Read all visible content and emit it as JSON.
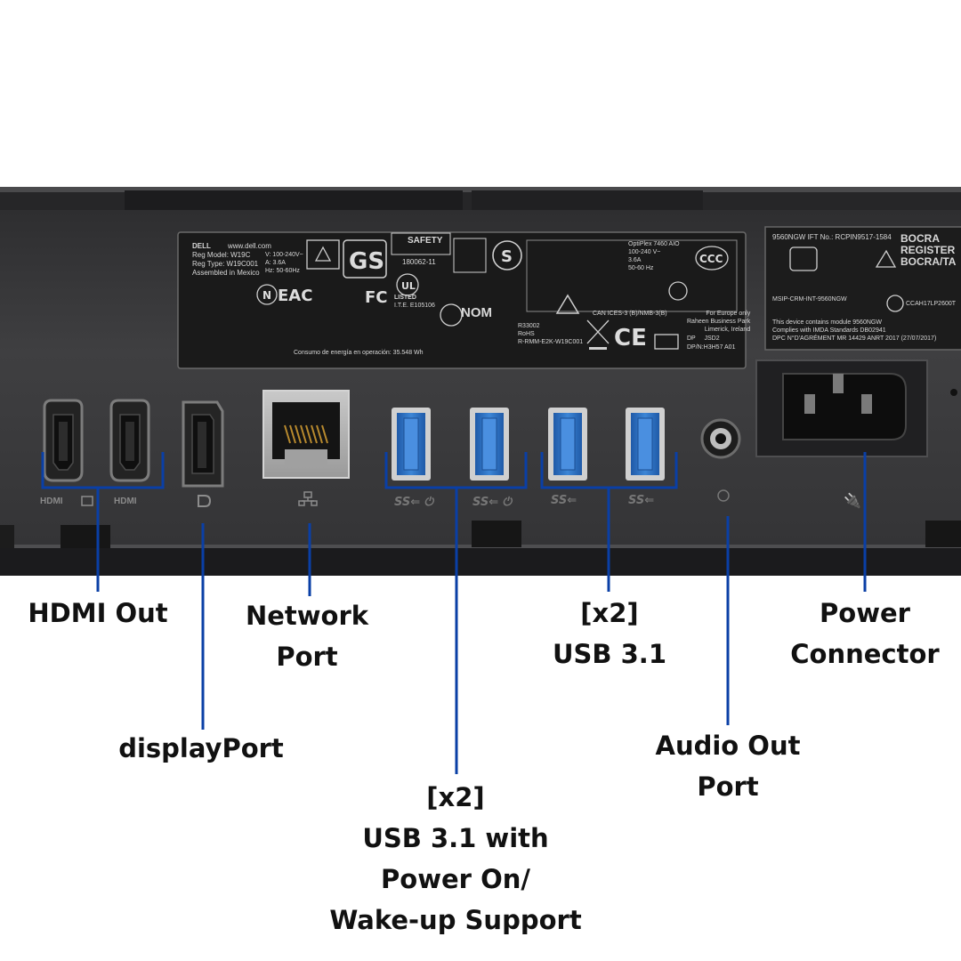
{
  "labels": {
    "hdmi_out": "HDMI Out",
    "displayport": "displayPort",
    "network_port": [
      "Network",
      "Port"
    ],
    "usb_power_on": [
      "[x2]",
      "USB 3.1 with",
      "Power On/",
      "Wake-up Support"
    ],
    "usb_31": [
      "[x2]",
      "USB 3.1"
    ],
    "audio_out": [
      "Audio Out",
      "Port"
    ],
    "power_connector": [
      "Power",
      "Connector"
    ]
  },
  "port_icons": {
    "hdmi_1": "HDMI",
    "hdmi_2": "HDMI"
  },
  "device_label_1": {
    "brand": "DELL",
    "url": "www.dell.com",
    "reg_model": "Reg Model: W19C",
    "reg_type": "Reg Type: W19C001",
    "assembled": "Assembled in Mexico",
    "voltage": "V: 100-240V~",
    "current": "A: 3.6A",
    "freq": "Hz: 50-60Hz",
    "safety": "SAFETY",
    "safety_no": "180062-11",
    "listed": "LISTED",
    "ite": "I.T.E. E105106",
    "nom": "NOM",
    "product": "OptiPlex 7460 AIO",
    "rating": "100-240 V~",
    "rating_a": "3.6A",
    "rating_hz": "50-60 Hz",
    "europe": "For Europe only",
    "raheen": "Raheen Business Park",
    "limerick": "Limerick, Ireland",
    "can": "CAN ICES-3 (B)/NMB-3(B)",
    "r33002": "R33002",
    "rohs": "RoHS",
    "dp": "DP",
    "jsd2": "JSD2",
    "dpn": "DP/N:H3H57 A01",
    "rmm": "R-RMM-E2K-W19C001",
    "energy": "Consumo de energía en operación: 35.548 Wh"
  },
  "device_label_2": {
    "line1": "9560NGW  IFT No.: RCPIN9517-1584",
    "bocra": "BOCRA",
    "registered": "REGISTER",
    "bocra_ta": "BOCRA/TA",
    "msip": "MSIP-CRM-INT-9560NGW",
    "ccah": "CCAH17LP2600T",
    "module": "This device contains module 9560NGW",
    "imda": "Complies with IMDA Standards DB02941",
    "dpc": "DPC  N°D'AGRÉMENT MR 14429 ANRT 2017 (27/07/2017)"
  },
  "colors": {
    "callout_line": "#0a3fa6",
    "usb_blue": "#2f6fc0",
    "panel": "#3d3d3f"
  }
}
